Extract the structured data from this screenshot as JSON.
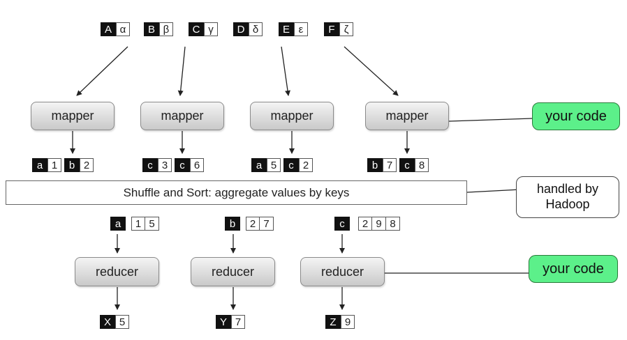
{
  "inputs": [
    {
      "key": "A",
      "value": "α"
    },
    {
      "key": "B",
      "value": "β"
    },
    {
      "key": "C",
      "value": "γ"
    },
    {
      "key": "D",
      "value": "δ"
    },
    {
      "key": "E",
      "value": "ε"
    },
    {
      "key": "F",
      "value": "ζ"
    }
  ],
  "mapper_label": "mapper",
  "mapper_outputs": [
    [
      {
        "key": "a",
        "value": "1"
      },
      {
        "key": "b",
        "value": "2"
      }
    ],
    [
      {
        "key": "c",
        "value": "3"
      },
      {
        "key": "c",
        "value": "6"
      }
    ],
    [
      {
        "key": "a",
        "value": "5"
      },
      {
        "key": "c",
        "value": "2"
      }
    ],
    [
      {
        "key": "b",
        "value": "7"
      },
      {
        "key": "c",
        "value": "8"
      }
    ]
  ],
  "shuffle_label": "Shuffle and Sort: aggregate values by keys",
  "grouped": [
    {
      "key": "a",
      "values": [
        "1",
        "5"
      ]
    },
    {
      "key": "b",
      "values": [
        "2",
        "7"
      ]
    },
    {
      "key": "c",
      "values": [
        "2",
        "9",
        "8"
      ]
    }
  ],
  "reducer_label": "reducer",
  "reducer_outputs": [
    {
      "key": "X",
      "value": "5"
    },
    {
      "key": "Y",
      "value": "7"
    },
    {
      "key": "Z",
      "value": "9"
    }
  ],
  "callouts": {
    "mapper_note": "your code",
    "shuffle_note": "handled by\nHadoop",
    "reducer_note": "your code"
  }
}
